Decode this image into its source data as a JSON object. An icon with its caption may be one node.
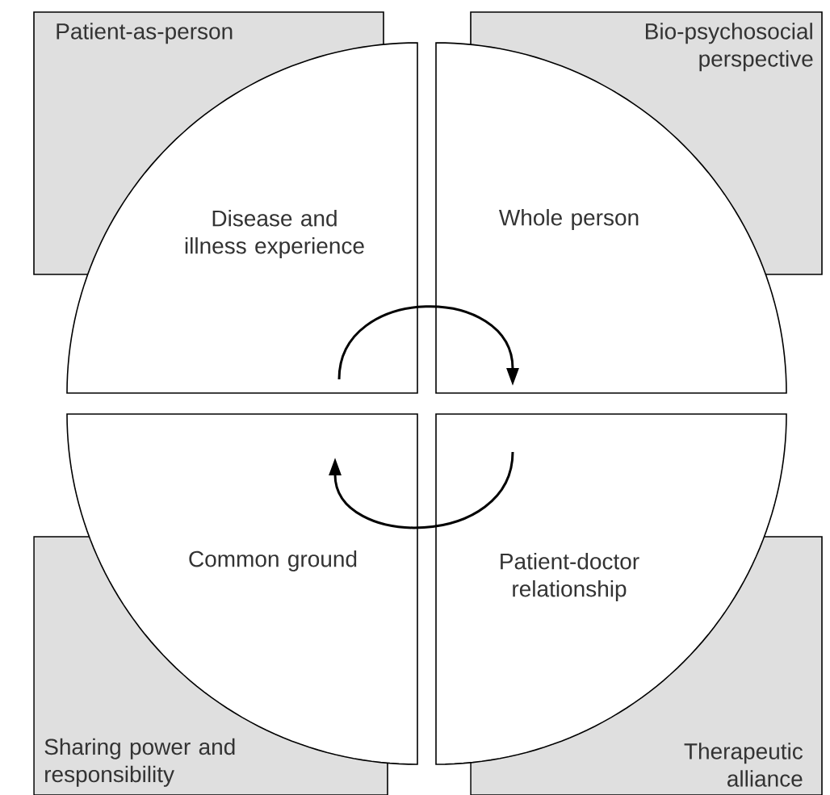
{
  "diagram": {
    "nodes": [
      {
        "text": [
          "Patient-as-person"
        ]
      },
      {
        "text": [
          "Bio-psychosocial perspective"
        ]
      },
      {
        "text": [
          "Disease and illness experience"
        ]
      },
      {
        "text": [
          "Whole person"
        ]
      },
      {
        "text": [
          "Common ground"
        ]
      },
      {
        "text": [
          "Patient-doctor relationship"
        ]
      },
      {
        "text": [
          "Sharing power and responsibility"
        ]
      },
      {
        "text": [
          "Therapeutic alliance"
        ]
      }
    ],
    "edges": [
      {
        "from": 2,
        "to": 3,
        "arrow": "to"
      },
      {
        "from": 5,
        "to": 4,
        "arrow": "to"
      }
    ]
  }
}
